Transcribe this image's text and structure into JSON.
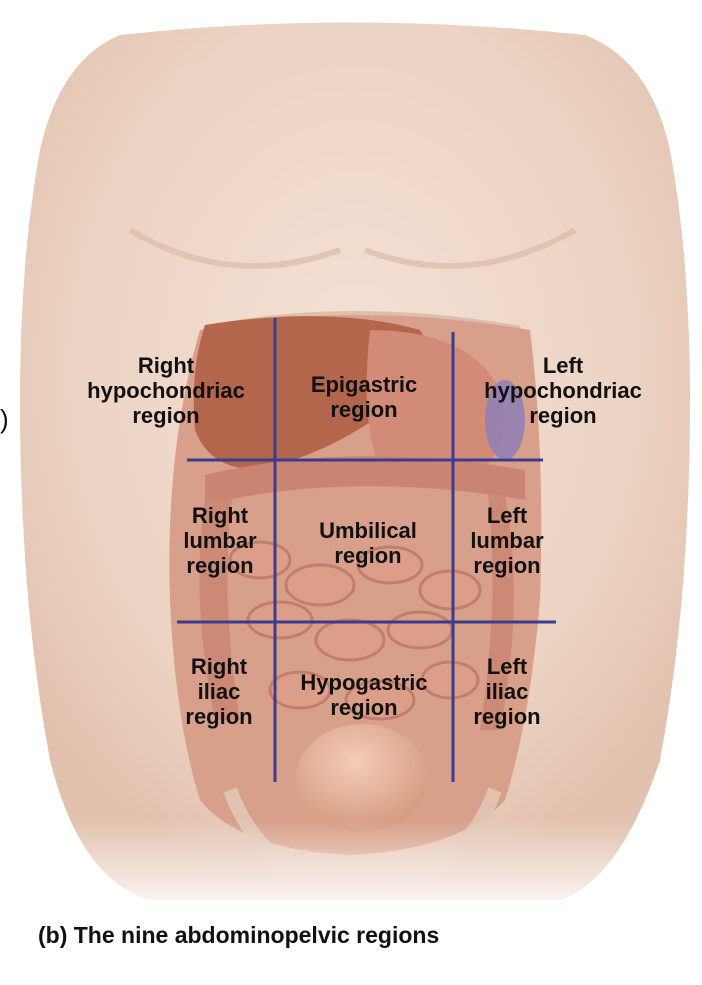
{
  "regions": {
    "right_hypochondriac": [
      "Right",
      "hypochondriac",
      "region"
    ],
    "epigastric": [
      "Epigastric",
      "region"
    ],
    "left_hypochondriac": [
      "Left",
      "hypochondriac",
      "region"
    ],
    "right_lumbar": [
      "Right",
      "lumbar",
      "region"
    ],
    "umbilical": [
      "Umbilical",
      "region"
    ],
    "left_lumbar": [
      "Left",
      "lumbar",
      "region"
    ],
    "right_iliac": [
      "Right",
      "iliac",
      "region"
    ],
    "hypogastric": [
      "Hypogastric",
      "region"
    ],
    "left_iliac": [
      "Left",
      "iliac",
      "region"
    ]
  },
  "caption": "(b) The nine abdominopelvic regions",
  "edge_mark": ")",
  "colors": {
    "skin": "#eed5c6",
    "skin_shadow": "#dbb9a6",
    "liver": "#b86a4f",
    "stomach": "#d58d7a",
    "intestine": "#d89a86",
    "bladder": "#e8b49b",
    "grid_line": "#3a3d8f",
    "spleen": "#8e7fb5"
  }
}
